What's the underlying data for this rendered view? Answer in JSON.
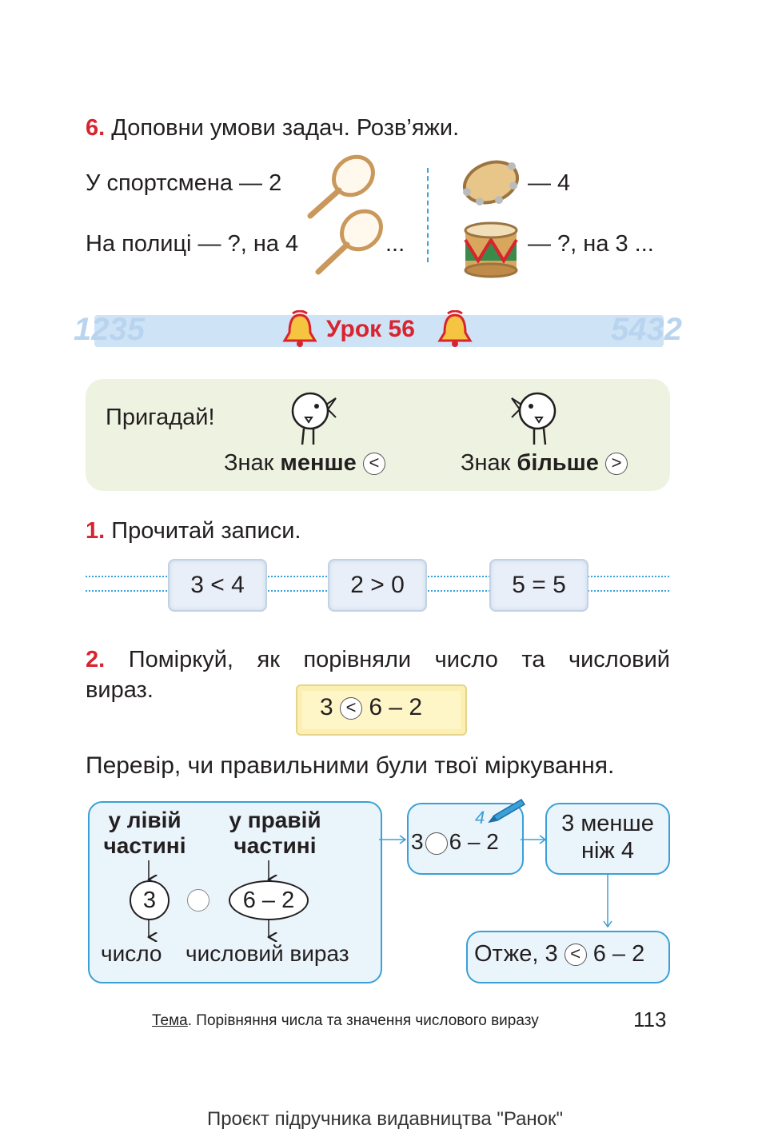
{
  "task6": {
    "number": "6.",
    "text": "Доповни умови задач. Розв’яжи.",
    "left_line1": "У спортсмена — 2",
    "left_line2": "На полиці — ?, на 4",
    "left_ellipsis": "...",
    "right_line1": "— 4",
    "right_line2": "— ?, на 3 ..."
  },
  "lesson": {
    "title": "Урок 56",
    "deco_left": "1235",
    "deco_right": "5432"
  },
  "remember": {
    "title": "Пригадай!",
    "less_prefix": "Знак ",
    "less_word": "менше",
    "less_sign": "<",
    "more_prefix": "Знак ",
    "more_word": "більше",
    "more_sign": ">"
  },
  "task1": {
    "number": "1.",
    "text": "Прочитай записи.",
    "records": [
      "3 < 4",
      "2 > 0",
      "5 = 5"
    ]
  },
  "task2": {
    "number": "2.",
    "text_line1": "Поміркуй, як порівняли число та числовий",
    "text_line2": "вираз.",
    "expr_left": "3",
    "expr_sign": "<",
    "expr_right": "6 – 2"
  },
  "check": {
    "text": "Перевір, чи правильними були твої міркування."
  },
  "diagram": {
    "left_part_l1": "у лівій",
    "left_part_l2": "частині",
    "right_part_l1": "у правій",
    "right_part_l2": "частині",
    "oval_left": "3",
    "oval_right": "6 – 2",
    "label_number": "число",
    "label_expression": "числовий вираз",
    "mid_expr_left": "3",
    "mid_expr_right": "6 – 2",
    "mid_note": "4",
    "compare_l1": "3 менше",
    "compare_l2": "ніж 4",
    "result_prefix": "Отже, 3",
    "result_sign": "<",
    "result_suffix": "6 – 2"
  },
  "footer": {
    "topic_label": "Тема",
    "topic_text": ". Порівняння числа та значення числового виразу",
    "page_number": "113",
    "project": "Проєкт підручника видавництва \"Ранок\""
  },
  "colors": {
    "accent_red": "#d9232e",
    "accent_blue": "#3aa0d8",
    "remember_bg": "#eef3e1"
  }
}
